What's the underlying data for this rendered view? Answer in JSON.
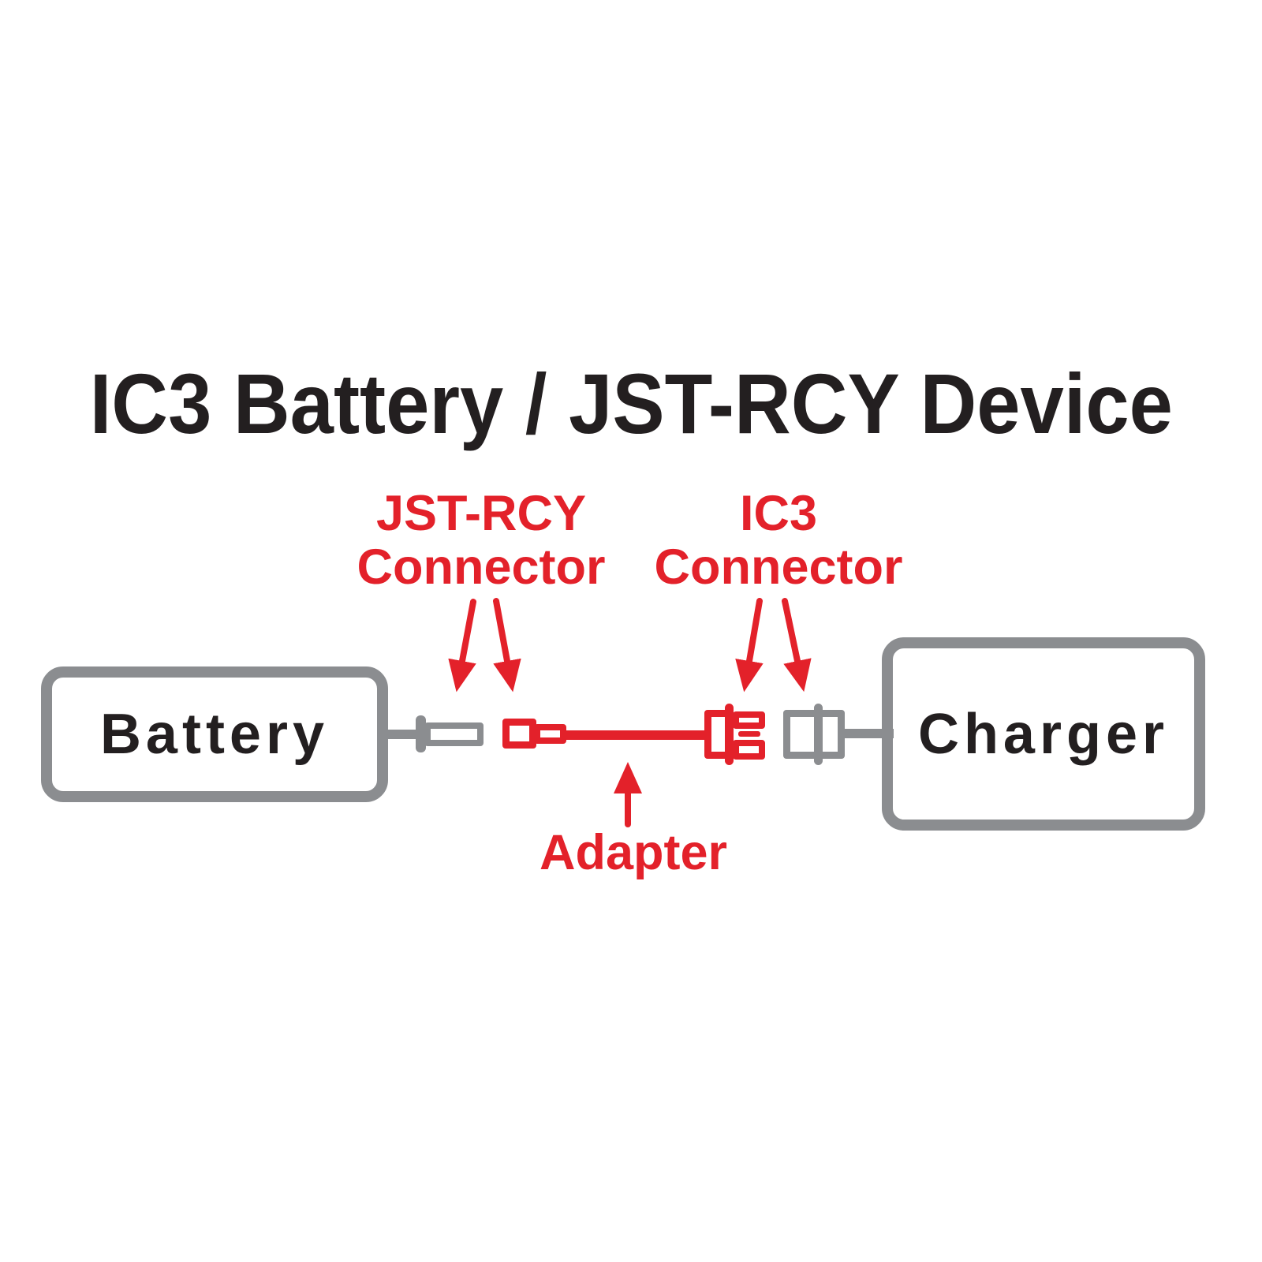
{
  "title": "IC3 Battery / JST-RCY Device",
  "labels": {
    "jst": {
      "line1": "JST-RCY",
      "line2": "Connector"
    },
    "ic3": {
      "line1": "IC3",
      "line2": "Connector"
    },
    "adapter": "Adapter"
  },
  "nodes": {
    "battery": "Battery",
    "charger": "Charger"
  },
  "colors": {
    "red": "#e3212a",
    "gray": "#8b8d90",
    "ink": "#231f20",
    "bg": "#ffffff"
  }
}
